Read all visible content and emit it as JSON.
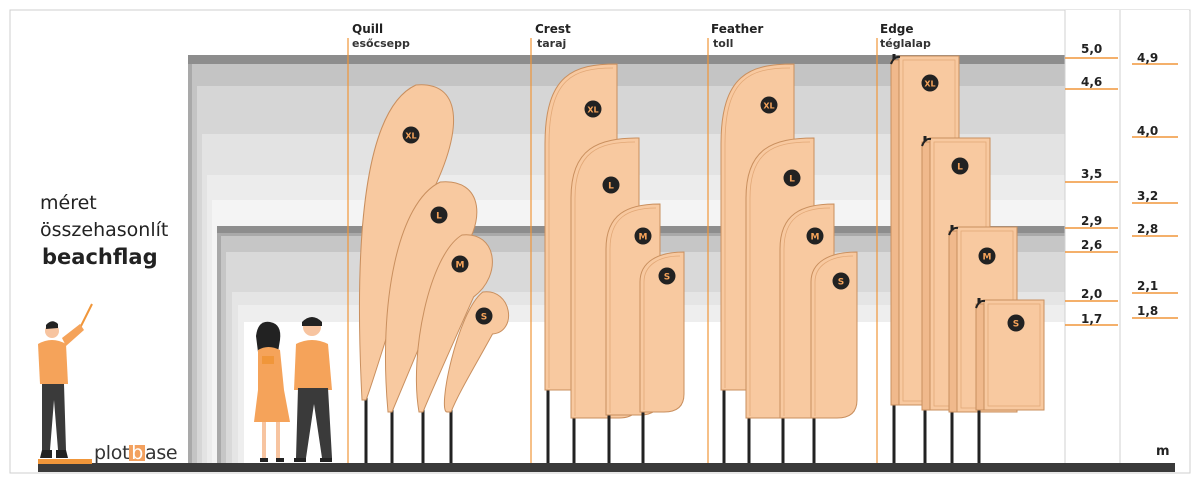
{
  "title": {
    "line1": "méret",
    "line2": "összehasonlít",
    "line3": "beachflag"
  },
  "logo": {
    "left": "plot",
    "box": "b",
    "right": "ase"
  },
  "flag_types": [
    {
      "key": "quill",
      "name": "Quill",
      "sub": "esőcsepp",
      "sizes": [
        "XL",
        "L",
        "M",
        "S"
      ]
    },
    {
      "key": "crest",
      "name": "Crest",
      "sub": "taraj",
      "sizes": [
        "XL",
        "L",
        "M",
        "S"
      ]
    },
    {
      "key": "feather",
      "name": "Feather",
      "sub": "toll",
      "sizes": [
        "XL",
        "L",
        "M",
        "S"
      ]
    },
    {
      "key": "edge",
      "name": "Edge",
      "sub": "téglalap",
      "sizes": [
        "XL",
        "L",
        "M",
        "S"
      ]
    }
  ],
  "scale_left": [
    "5,0",
    "4,6",
    "3,5",
    "2,9",
    "2,6",
    "2,0",
    "1,7"
  ],
  "scale_right": [
    "4,9",
    "4,0",
    "3,2",
    "2,8",
    "2,1",
    "1,8"
  ],
  "unit": "m",
  "colors": {
    "flag_fill": "#f8c9a0",
    "flag_stroke": "#c98f5e",
    "badge": "#222222",
    "badge_text": "#f5a35a",
    "accent": "#f0963a",
    "pole": "#222222",
    "floor": "#3a3a3a"
  }
}
